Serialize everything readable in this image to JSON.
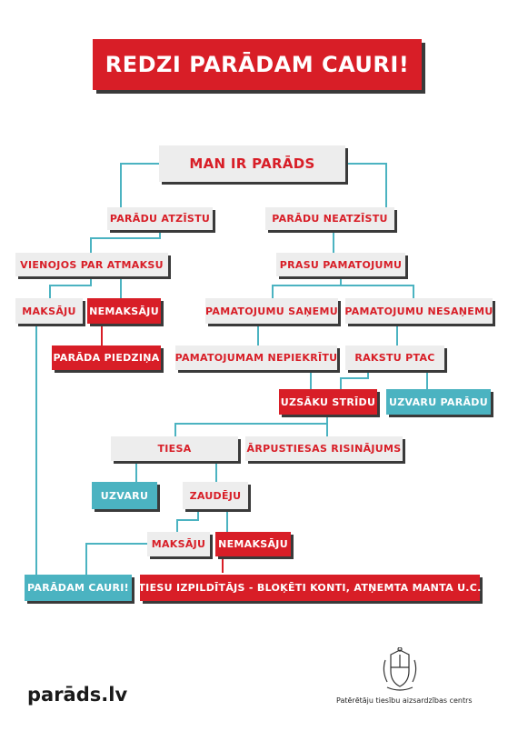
{
  "title": "REDZI PARĀDAM CAURI!",
  "nodes": {
    "root": "MAN IR PARĀDS",
    "atzistu": "PARĀDU ATZĪSTU",
    "neatzistu": "PARĀDU NEATZĪSTU",
    "vienojos": "VIENOJOS PAR ATMAKSU",
    "prasu": "PRASU PAMATOJUMU",
    "maksaju1": "MAKSĀJU",
    "nemaksaju1": "NEMAKSĀJU",
    "saneemu": "PAMATOJUMU SAŅEMU",
    "nesaneemu": "PAMATOJUMU NESAŅEMU",
    "piedzina": "PARĀDA PIEDZIŅA",
    "nepiekritu": "PAMATOJUMAM NEPIEKRĪTU",
    "ptac": "RAKSTU PTAC",
    "stridu": "UZSĀKU STRĪDU",
    "uzvaru_paradu": "UZVARU PARĀDU",
    "tiesa": "TIESA",
    "arpustiesas": "ĀRPUSTIESAS RISINĀJUMS",
    "uzvaru": "UZVARU",
    "zaudeju": "ZAUDĒJU",
    "maksaju2": "MAKSĀJU",
    "nemaksaju2": "NEMAKSĀJU",
    "paradam_cauri": "PARĀDAM CAURI!",
    "izpilditajs": "TIESU IZPILDĪTĀJS - BLOĶĒTI KONTI, ATŅEMTA MANTA U.C."
  },
  "footer": {
    "site": "parāds.lv",
    "org": "Patērētāju tiesību aizsardzības centrs"
  },
  "colors": {
    "red": "#d81e27",
    "blue": "#4bb3c1",
    "grey": "#ededed",
    "shadow": "#3a3a3a"
  }
}
